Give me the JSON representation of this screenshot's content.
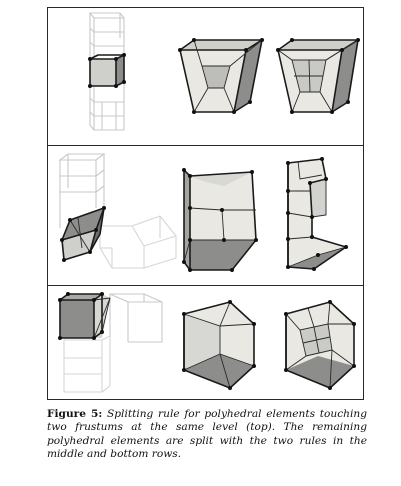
{
  "caption": {
    "label": "Figure 5:",
    "text": "Splitting rule for polyhedral elements touching two frustums at the same level (top). The remaining polyhedral elements are split with the two rules in the middle and bottom rows."
  },
  "figure": {
    "rows": [
      {
        "position": "top",
        "panels": [
          "frustum-stack-context",
          "frustum-hexahedron",
          "frustum-split"
        ]
      },
      {
        "position": "middle",
        "panels": [
          "corner-context",
          "polyhedron",
          "polyhedron-split"
        ]
      },
      {
        "position": "bottom",
        "panels": [
          "cube-context",
          "cube",
          "cube-split"
        ]
      }
    ]
  },
  "colors": {
    "frame": "#2a2a2a",
    "edge": "#1a1a1a",
    "ghost": "#c8c8c8",
    "face_light": "#e9e8e3",
    "face_dark": "#8d8d8b"
  }
}
